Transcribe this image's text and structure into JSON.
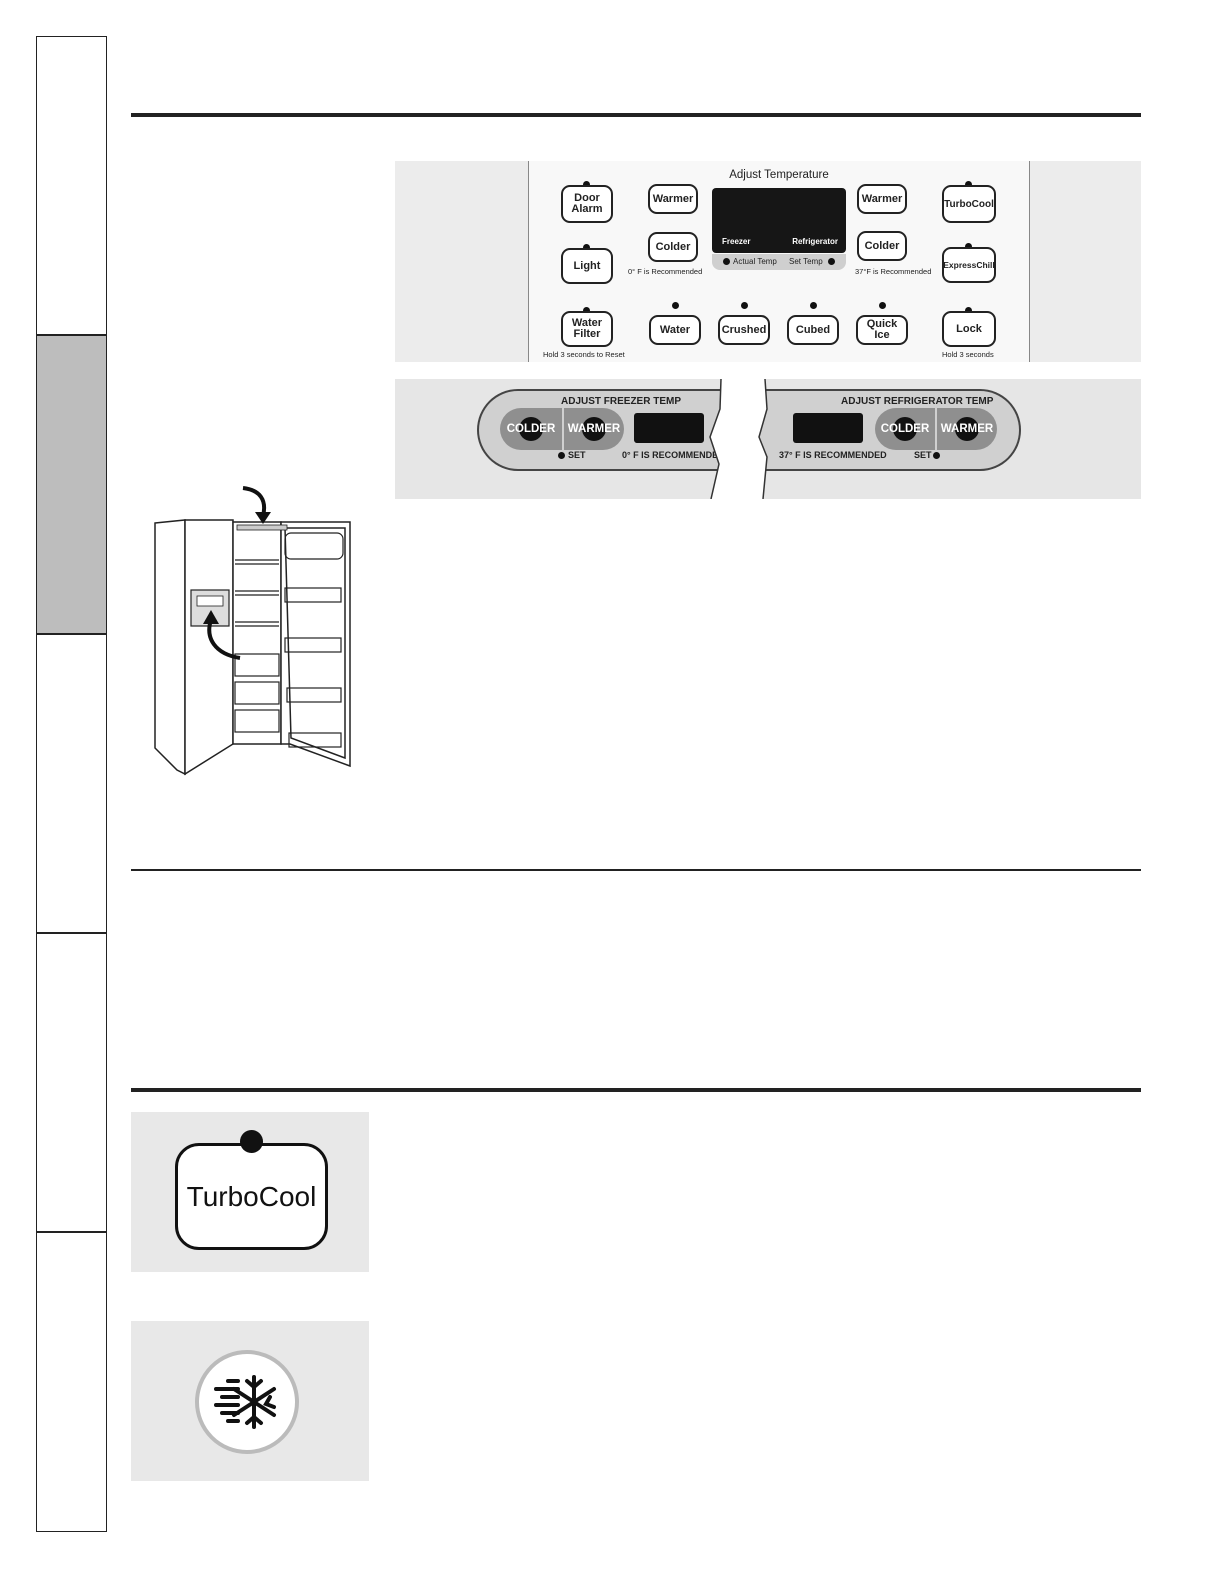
{
  "top_panel": {
    "adjust_title": "Adjust Temperature",
    "buttons": {
      "door_alarm": "Door\nAlarm",
      "light": "Light",
      "water_filter": "Water\nFilter",
      "freezer_warmer": "Warmer",
      "freezer_colder": "Colder",
      "fridge_warmer": "Warmer",
      "fridge_colder": "Colder",
      "turbocool": "TurboCool",
      "expresschill": "ExpressChill",
      "lock": "Lock",
      "water": "Water",
      "crushed": "Crushed",
      "cubed": "Cubed",
      "quick_ice": "Quick Ice"
    },
    "display": {
      "freezer": "Freezer",
      "refrigerator": "Refrigerator",
      "actual_temp": "Actual Temp",
      "set_temp": "Set Temp"
    },
    "notes": {
      "freezer_rec": "0° F is Recommended",
      "fridge_rec": "37°F is Recommended",
      "water_filter_hold": "Hold  3 seconds to Reset",
      "lock_hold": "Hold  3 seconds"
    }
  },
  "lower_panel": {
    "freezer": {
      "title": "ADJUST FREEZER TEMP",
      "colder": "COLDER",
      "warmer": "WARMER",
      "set": "SET",
      "recommended": "0° F IS RECOMMENDED"
    },
    "fridge": {
      "title": "ADJUST REFRIGERATOR TEMP",
      "colder": "COLDER",
      "warmer": "WARMER",
      "set": "SET",
      "recommended": "37° F IS RECOMMENDED"
    }
  },
  "turbocool_tile": {
    "label": "TurboCool"
  }
}
